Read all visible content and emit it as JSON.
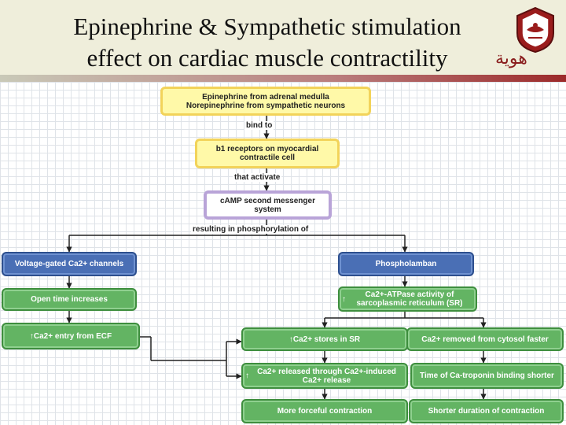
{
  "slide": {
    "title_line1": "Epinephrine & Sympathetic stimulation",
    "title_line2": "effect on cardiac muscle contractility",
    "logo_text": "هوية"
  },
  "diagram": {
    "nodes": {
      "epinephrine": "Epinephrine from adrenal medulla",
      "norepinephrine": "Norepinephrine from sympathetic neurons",
      "b1_receptors": "b1 receptors on myocardial contractile cell",
      "camp": "cAMP second messenger system",
      "voltage_gated": "Voltage-gated Ca2+ channels",
      "open_time": "Open time increases",
      "ca_entry": "Ca2+ entry from ECF",
      "phospholamban": "Phospholamban",
      "atpase": "Ca2+-ATPase activity of sarcoplasmic reticulum (SR)",
      "ca_stores": "Ca2+ stores in SR",
      "ca_removed": "Ca2+ removed from cytosol faster",
      "ca_released": "Ca2+ released through Ca2+-induced Ca2+ release",
      "troponin": "Time of Ca-troponin binding shorter",
      "forceful": "More forceful contraction",
      "shorter": "Shorter duration of contraction"
    },
    "connectors": {
      "bind_to": "bind to",
      "that_activate": "that activate",
      "resulting": "resulting in phosphorylation of"
    },
    "colors": {
      "yellow": "#fff9a8",
      "purple_border": "#b9a4d8",
      "blue": "#4a6fb5",
      "green": "#63b463"
    }
  }
}
